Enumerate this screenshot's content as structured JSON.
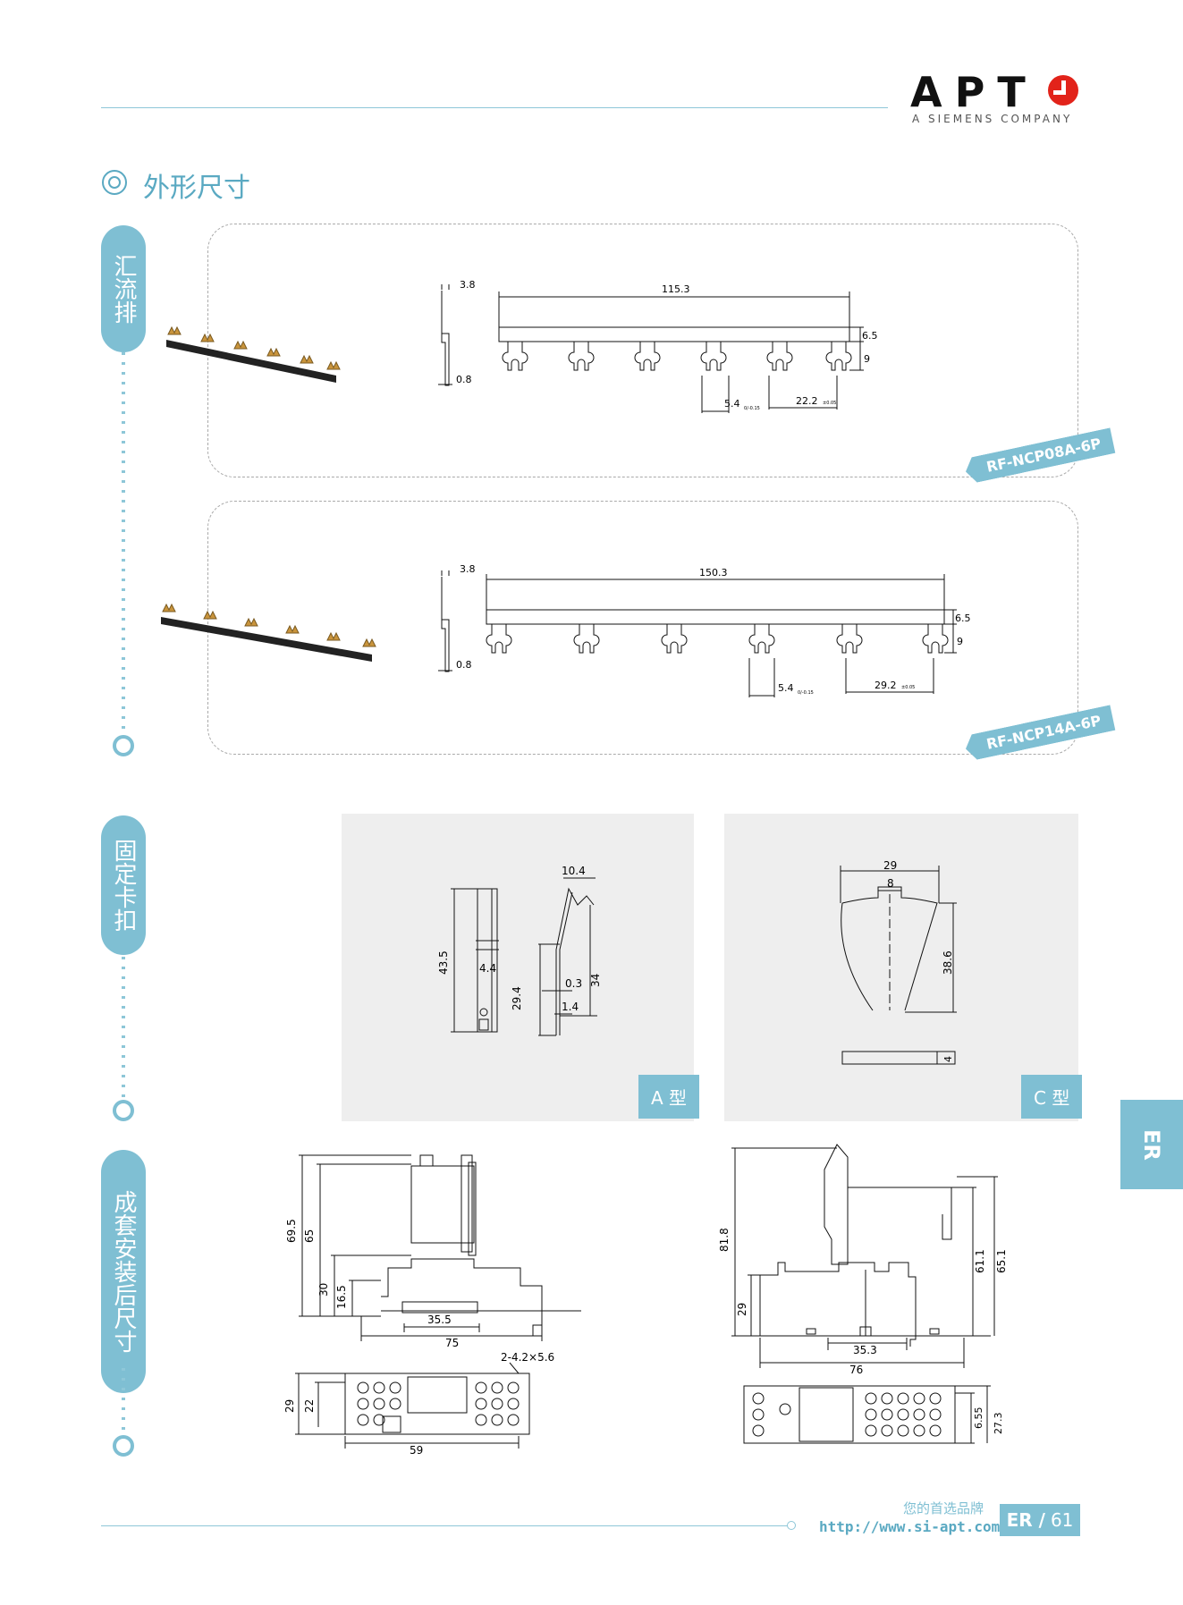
{
  "brand": {
    "logo": "APT",
    "subtitle": "A SIEMENS COMPANY"
  },
  "section_title": "外形尺寸",
  "tabs": {
    "busbar": "汇流排",
    "clip": "固定卡扣",
    "assembly": "成套安装后尺寸"
  },
  "busbar_1": {
    "model": "RF-NCP08A-6P",
    "dims": {
      "thickness": "3.8",
      "plate": "0.8",
      "length": "115.3",
      "h1": "6.5",
      "h2": "9",
      "fork": "5.4",
      "fork_tol": "0/-0.15",
      "pitch": "22.2",
      "pitch_tol": "±0.05"
    }
  },
  "busbar_2": {
    "model": "RF-NCP14A-6P",
    "dims": {
      "thickness": "3.8",
      "plate": "0.8",
      "length": "150.3",
      "h1": "6.5",
      "h2": "9",
      "fork": "5.4",
      "fork_tol": "0/-0.15",
      "pitch": "29.2",
      "pitch_tol": "±0.05"
    }
  },
  "clip_a": {
    "type": "A 型",
    "dims": {
      "width": "10.4",
      "height": "43.5",
      "w2": "4.4",
      "h2": "29.4",
      "h3": "34",
      "t1": "0.3",
      "t2": "1.4"
    }
  },
  "clip_c": {
    "type": "C 型",
    "dims": {
      "width": "29",
      "inner": "8",
      "height": "38.6",
      "thick": "4"
    }
  },
  "assembly_left": {
    "dims": {
      "h_total": "69.5",
      "h_65": "65",
      "h_30": "30",
      "h_16": "16.5",
      "w_35": "35.5",
      "w_75": "75",
      "holes": "2-4.2×5.6",
      "depth": "29",
      "depth2": "22",
      "w_59": "59"
    }
  },
  "assembly_right": {
    "dims": {
      "h_total": "81.8",
      "h_29": "29",
      "h_61": "61.1",
      "h_65": "65.1",
      "w_35": "35.3",
      "w_76": "76",
      "h_655": "6.55",
      "h_273": "27.3"
    }
  },
  "side_tab": "ER",
  "footer": {
    "slogan": "您的首选品牌",
    "url": "http://www.si-apt.com",
    "section": "ER /",
    "page": "61"
  }
}
